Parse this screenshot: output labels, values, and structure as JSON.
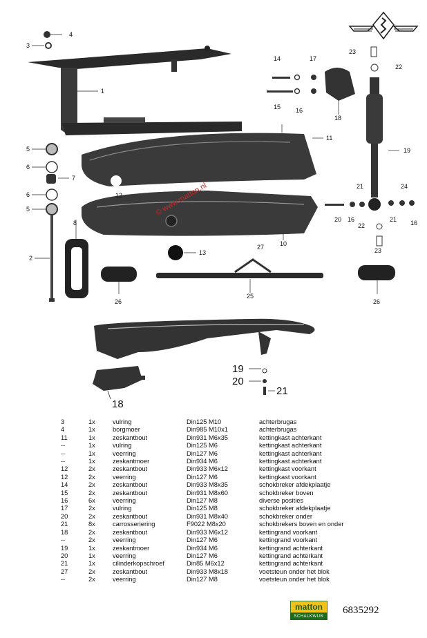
{
  "watermark": "© www.matton.nl",
  "callouts": {
    "n1": "1",
    "n2": "2",
    "n3": "3",
    "n4": "4",
    "n5a": "5",
    "n5b": "5",
    "n6a": "6",
    "n6b": "6",
    "n7": "7",
    "n8": "8",
    "n10": "10",
    "n11": "11",
    "n12": "12",
    "n13": "13",
    "n14": "14",
    "n15": "15",
    "n16a": "16",
    "n16b": "16",
    "n16c": "16",
    "n17": "17",
    "n18": "18",
    "n19": "19",
    "n20": "20",
    "n21a": "21",
    "n21b": "21",
    "n22a": "22",
    "n22b": "22",
    "n23a": "23",
    "n23b": "23",
    "n24": "24",
    "n25": "25",
    "n26a": "26",
    "n26b": "26",
    "n27": "27",
    "b18": "18",
    "b19": "19",
    "b20": "20",
    "b21": "21"
  },
  "parts": [
    {
      "ref": "3",
      "qty": "1x",
      "name": "vulring",
      "norm": "Din125 M10",
      "location": "achterbrugas"
    },
    {
      "ref": "4",
      "qty": "1x",
      "name": "borgmoer",
      "norm": "Din985 M10x1",
      "location": "achterbrugas"
    },
    {
      "ref": "11",
      "qty": "1x",
      "name": "zeskantbout",
      "norm": "Din931 M6x35",
      "location": "kettingkast achterkant"
    },
    {
      "ref": "--",
      "qty": "1x",
      "name": "vulring",
      "norm": "Din125 M6",
      "location": "kettingkast achterkant"
    },
    {
      "ref": "--",
      "qty": "1x",
      "name": "veerring",
      "norm": "Din127 M6",
      "location": "kettingkast achterkant"
    },
    {
      "ref": "--",
      "qty": "1x",
      "name": "zeskantmoer",
      "norm": "Din934 M6",
      "location": "kettingkast achterkant"
    },
    {
      "ref": "12",
      "qty": "2x",
      "name": "zeskantbout",
      "norm": "Din933 M6x12",
      "location": "kettingkast voorkant"
    },
    {
      "ref": "12",
      "qty": "2x",
      "name": "veerring",
      "norm": "Din127 M6",
      "location": "kettingkast voorkant"
    },
    {
      "ref": "14",
      "qty": "2x",
      "name": "zeskantbout",
      "norm": "Din933 M8x35",
      "location": "schokbreker afdekplaatje"
    },
    {
      "ref": "15",
      "qty": "2x",
      "name": "zeskantbout",
      "norm": "Din931 M8x60",
      "location": "schokbreker boven"
    },
    {
      "ref": "16",
      "qty": "6x",
      "name": "veerring",
      "norm": "Din127 M8",
      "location": "diverse posities"
    },
    {
      "ref": "17",
      "qty": "2x",
      "name": "vulring",
      "norm": "Din125 M8",
      "location": "schokbreker afdekplaatje"
    },
    {
      "ref": "20",
      "qty": "2x",
      "name": "zeskantbout",
      "norm": "Din931 M8x40",
      "location": "schokbreker onder"
    },
    {
      "ref": "21",
      "qty": "8x",
      "name": "carrosseriering",
      "norm": "F9022  M8x20",
      "location": "schokbrekers boven en onder"
    },
    {
      "ref": "18",
      "qty": "2x",
      "name": "zeskantbout",
      "norm": "Din933 M6x12",
      "location": "kettingrand voorkant"
    },
    {
      "ref": "--",
      "qty": "2x",
      "name": "veerring",
      "norm": "Din127 M6",
      "location": "kettingrand voorkant"
    },
    {
      "ref": "19",
      "qty": "1x",
      "name": "zeskantmoer",
      "norm": "Din934 M6",
      "location": "kettingrand achterkant"
    },
    {
      "ref": "20",
      "qty": "1x",
      "name": "veerring",
      "norm": "Din127 M6",
      "location": "kettingrand achterkant"
    },
    {
      "ref": "21",
      "qty": "1x",
      "name": "cilinderkopschroef",
      "norm": "Din85  M6x12",
      "location": "kettingrand achterkant"
    },
    {
      "ref": "27",
      "qty": "2x",
      "name": "zeskantbout",
      "norm": "Din933 M8x18",
      "location": "voetsteun onder het blok"
    },
    {
      "ref": "--",
      "qty": "2x",
      "name": "veerring",
      "norm": "Din127 M8",
      "location": "voetsteun onder het blok"
    }
  ],
  "logo": {
    "top": "matton",
    "bottom": "SCHALKWIJK"
  },
  "doc_number": "6835292"
}
